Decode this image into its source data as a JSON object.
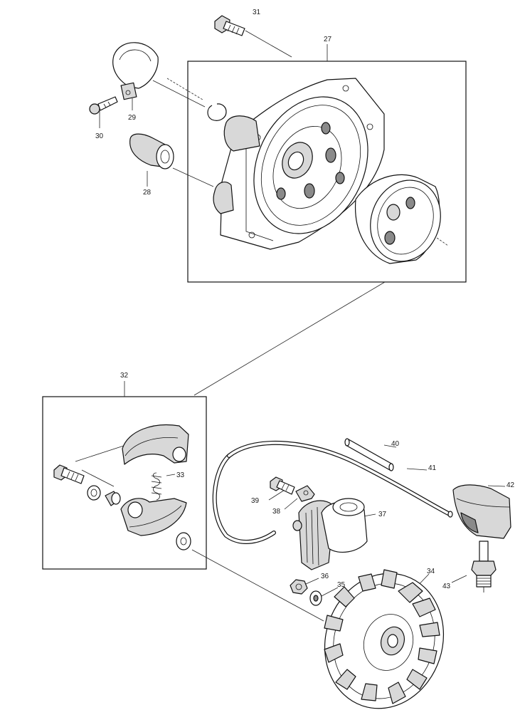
{
  "labels": {
    "p27": "27",
    "p28": "28",
    "p29": "29",
    "p30": "30",
    "p31": "31",
    "p32": "32",
    "p33": "33",
    "p34": "34",
    "p35": "35",
    "p36": "36",
    "p37": "37",
    "p38": "38",
    "p39": "39",
    "p40": "40",
    "p41": "41",
    "p42": "42",
    "p43": "43"
  }
}
